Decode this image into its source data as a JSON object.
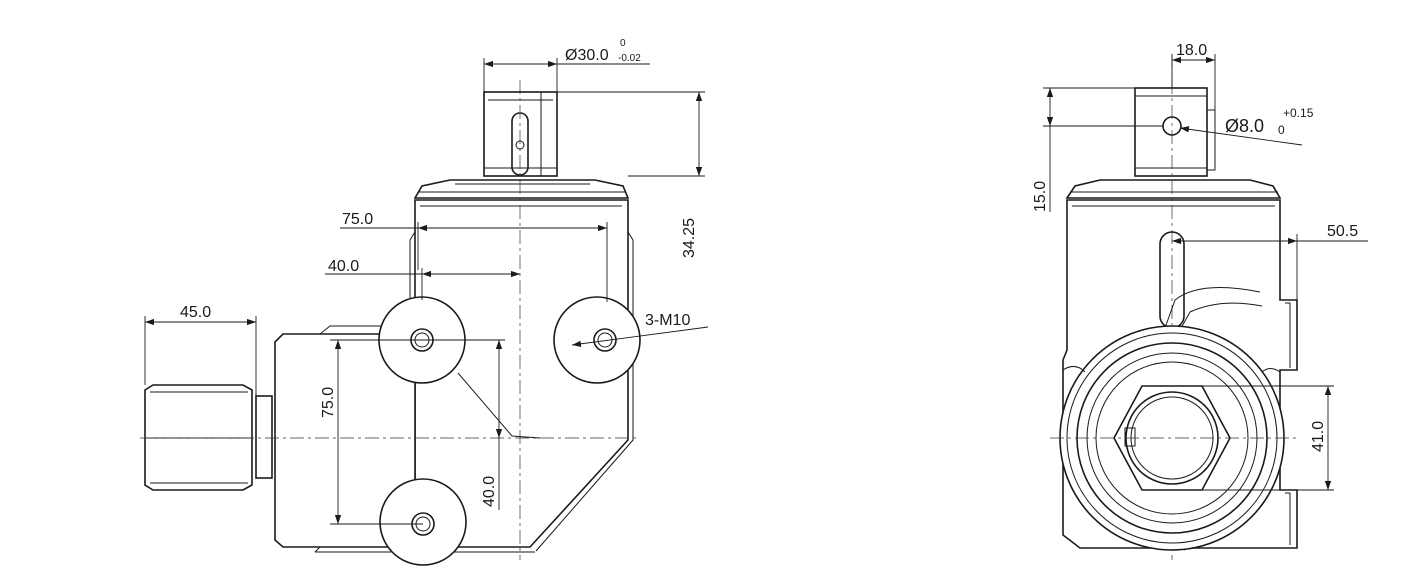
{
  "left_view": {
    "dims": {
      "shaft_diameter": "Ø30.0",
      "shaft_tol_upper": "0",
      "shaft_tol_lower": "-0.02",
      "width_75": "75.0",
      "width_40": "40.0",
      "port_45": "45.0",
      "height_75": "75.0",
      "height_40": "40.0",
      "height_34": "34.25",
      "thread_callout": "3-M10"
    }
  },
  "right_view": {
    "dims": {
      "top_18": "18.0",
      "hole_diameter": "Ø8.0",
      "hole_tol_upper": "+0.15",
      "hole_tol_lower": "0",
      "height_15": "15.0",
      "offset_50": "50.5",
      "height_41": "41.0"
    }
  }
}
